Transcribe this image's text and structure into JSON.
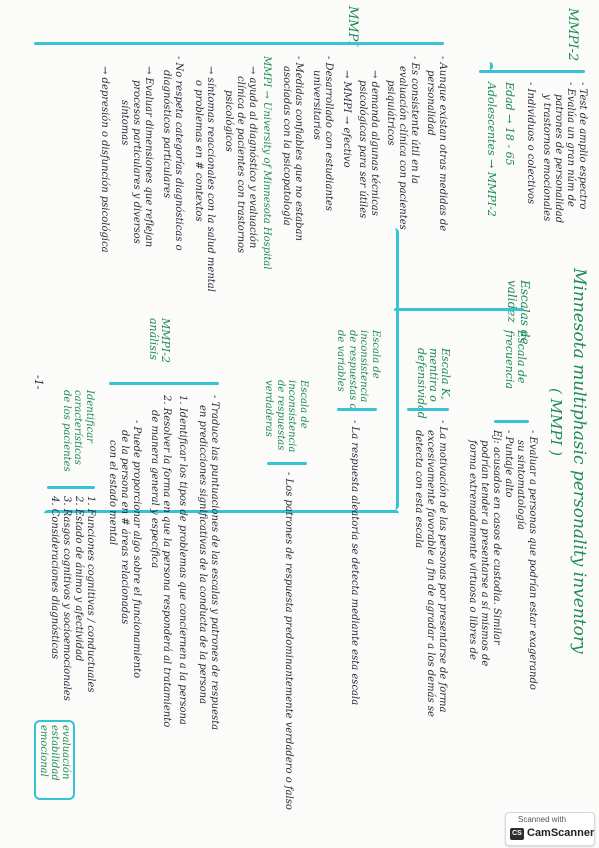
{
  "title": "Minnesota multiphasic personality inventory",
  "title_abbr": "( MMPI )",
  "sections": {
    "validity_scales": "Escalas de validez",
    "scale_f": "Escala de frecuencia",
    "scale_f_notes": [
      "- Evaluar a personas que podrían estar exagerando",
      "su sintomatología",
      "- Puntaje alto",
      "Ej: acusados en casos de custodia. Similar",
      "podrían tender a presentarse a sí mismos de",
      "forma extremadamente virtuosa o libres de"
    ],
    "scale_k": "Escala K, mentira o defensividad",
    "scale_k_notes": [
      "- La motivación de las personas por presentarse de forma",
      "excesivamente favorable a fin de agradar a los demás se",
      "detecta con esta escala"
    ],
    "scale_inconsistent": "Escala de inconsistencia de respuestas o de variables",
    "scale_inconsistent_note": "- La respuesta aleatoria se detecta mediante esta escala",
    "scale_true": "Escala de inconsistencia de respuestas verdaderas",
    "scale_true_note": "- Los patrones de respuesta predominantemente verdadero o falso",
    "mmpi2_analysis": "MMPI-2 análisis",
    "mmpi2_analysis_notes": [
      "- Traduce las puntuaciones de las escalas y patrones de respuesta",
      "en predicciones significativas de la conducta de la persona",
      "1. Identificar los tipos de problemas que conciernen a la persona",
      "2. Resolver la forma en que la persona responderá al tratamiento",
      "de manera general y específica",
      "- Puede proporcionar algo sobre el funcionamiento",
      "de la persona en # áreas relacionadas",
      "con el estado mental"
    ],
    "identify": "Identificar características de los pacientes",
    "identify_items": [
      "1. Funciones cognitivas / conductuales",
      "2. Estado de ánimo y afectividad",
      "3. Rasgos cognitivos y socioemocionales",
      "4. Consideraciones diagnósticas"
    ],
    "boxed_note": "evaluación estabilidad emocional",
    "mmpi2": "MMPI-2",
    "mmpi2_notes": [
      "- Test de amplio espectro",
      "- Evalúa un gran núm de",
      "patrones de personalidad",
      "y trastornos emocionales",
      "- Individuos o colectivos"
    ],
    "mmpi2_age": "Edad → 18 - 65",
    "mmpi2_adolescent": "Adolescentes → MMPI-2",
    "mmpi": "MMPI",
    "mmpi_notes": [
      "- Aunque existan otras medidas de",
      "personalidad",
      "- Es consistente útil en la",
      "evaluación clínica con pacientes",
      "psiquiátricos",
      "→ demanda algunas técnicas",
      "psicológicas para ser útiles",
      "→ MMPI → efectivo",
      "- Desarrollado con estudiantes",
      "universitarios",
      "- Medidas confiables que no estaban",
      "asociadas con la psicopatología",
      "MMPI → University of Minnesota Hospital",
      "→ ayuda al diagnóstico y evaluación",
      "clínica de pacientes con trastornos",
      "psicológicos",
      "→ síntomas reaccionales con la salud mental",
      "o problemas en # contextos",
      "- No respeta categorías diagnósticas o",
      "diagnósticos particulares",
      "→ Evaluar dimensiones que reflejan",
      "procesos particulares y diversos",
      "síntomas",
      "→ depresión o disfunción psicológica"
    ],
    "page_marker": "-1-"
  },
  "watermark": {
    "scanned_with": "Scanned with",
    "brand": "CamScanner",
    "logo_text": "CS"
  },
  "colors": {
    "ink": "#2a2a3a",
    "heading_green": "#1f8a56",
    "brace_turquoise": "#37c2d6"
  }
}
